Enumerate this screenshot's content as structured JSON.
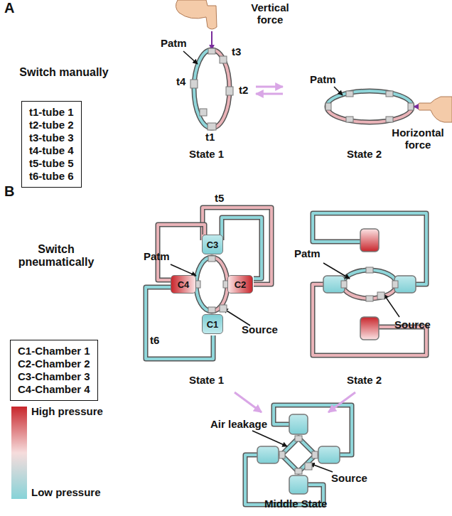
{
  "diagram": {
    "nodes": [
      {
        "text": [
          "t1-tube 1",
          "t2-tube 2",
          "t3-tube 3",
          "t4-tube 4",
          "t5-tube 5",
          "t6-tube 6"
        ]
      },
      {
        "text": [
          "C3"
        ]
      },
      {
        "text": [
          "C4"
        ]
      },
      {
        "text": [
          "C2"
        ]
      },
      {
        "text": [
          "C1"
        ]
      },
      {
        "text": [
          "C1-Chamber 1",
          "C2-Chamber 2",
          "C3-Chamber 3",
          "C4-Chamber 4"
        ]
      }
    ],
    "labels": [
      "A",
      "Vertical force",
      "Switch manually",
      "Patm",
      "t3",
      "t4",
      "t2",
      "t1",
      "State 1",
      "Patm",
      "Horizontal force",
      "State 2",
      "B",
      "Switch pneumatically",
      "t5",
      "Patm",
      "t6",
      "Source",
      "State 1",
      "Patm",
      "Source",
      "State 2",
      "Air leakage",
      "Source",
      "Middle State"
    ],
    "legend": [
      {
        "text": "High pressure",
        "color": "#c8262c"
      },
      {
        "text": "Low pressure",
        "color": "#86d3d8"
      }
    ]
  }
}
